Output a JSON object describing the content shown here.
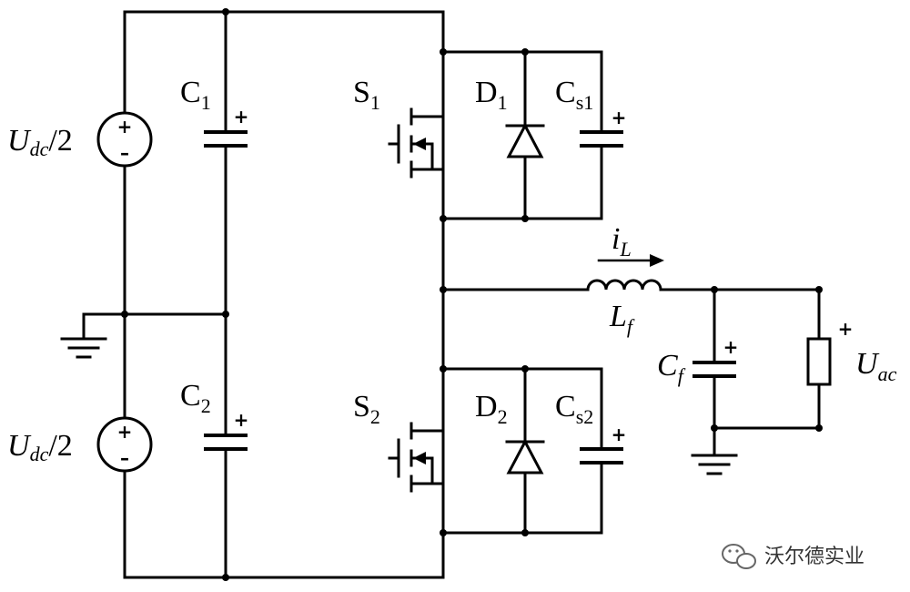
{
  "labels": {
    "source_top": {
      "main": "U",
      "sub": "dc",
      "suffix": "/2"
    },
    "source_bottom": {
      "main": "U",
      "sub": "dc",
      "suffix": "/2"
    },
    "c1": {
      "main": "C",
      "sub": "1"
    },
    "c2": {
      "main": "C",
      "sub": "2"
    },
    "s1": {
      "main": "S",
      "sub": "1"
    },
    "s2": {
      "main": "S",
      "sub": "2"
    },
    "d1": {
      "main": "D",
      "sub": "1"
    },
    "d2": {
      "main": "D",
      "sub": "2"
    },
    "cs1": {
      "main": "C",
      "sub": "s1"
    },
    "cs2": {
      "main": "C",
      "sub": "s2"
    },
    "il": {
      "main": "i",
      "sub": "L"
    },
    "lf": {
      "main": "L",
      "sub": "f"
    },
    "cf": {
      "main": "C",
      "sub": "f"
    },
    "uac": {
      "main": "U",
      "sub": "ac"
    }
  },
  "polarity_marks": {
    "plus": "+",
    "minus": "–"
  },
  "watermark": {
    "text": "沃尔德实业"
  }
}
